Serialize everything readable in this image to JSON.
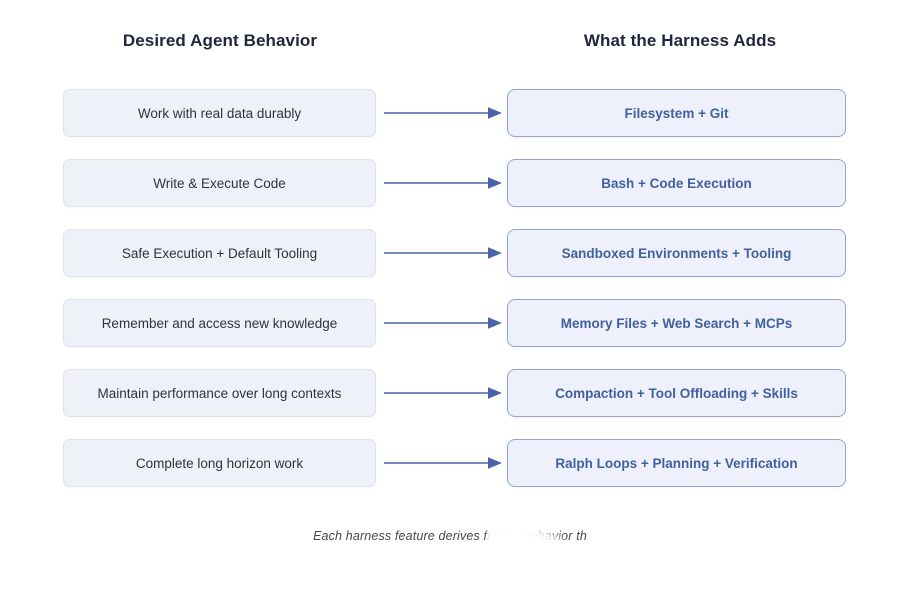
{
  "headers": {
    "left": "Desired Agent Behavior",
    "right": "What the Harness Adds"
  },
  "rows": [
    {
      "behavior": "Work with real data durably",
      "harness": "Filesystem + Git"
    },
    {
      "behavior": "Write & Execute Code",
      "harness": "Bash + Code Execution"
    },
    {
      "behavior": "Safe Execution + Default Tooling",
      "harness": "Sandboxed Environments + Tooling"
    },
    {
      "behavior": "Remember and access new knowledge",
      "harness": "Memory Files + Web Search + MCPs"
    },
    {
      "behavior": "Maintain performance over long contexts",
      "harness": "Compaction + Tool Offloading + Skills"
    },
    {
      "behavior": "Complete long horizon work",
      "harness": "Ralph Loops + Planning + Verification"
    }
  ],
  "caption": "Each harness feature derives from a behavior th",
  "colors": {
    "page_background": "#ffffff",
    "heading_text": "#20273d",
    "behavior_box_fill": "#eef1f8",
    "behavior_box_border": "#dfe3ea",
    "behavior_text": "#2f333c",
    "harness_box_fill": "#eef1fb",
    "harness_box_border": "#94a6cf",
    "harness_text": "#41609f",
    "arrow": "#4a63ab",
    "caption_text": "#3f4757"
  }
}
